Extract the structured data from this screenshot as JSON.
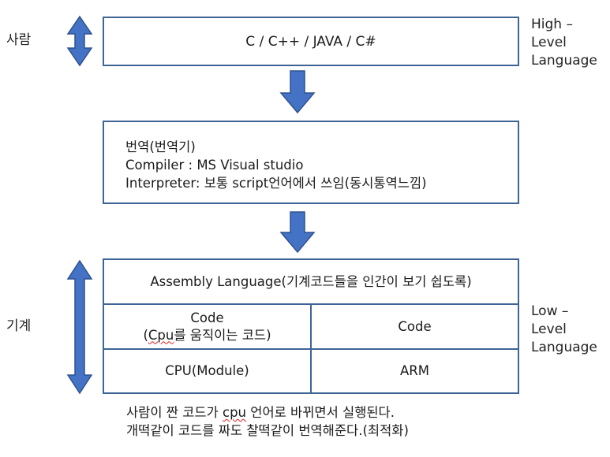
{
  "left_labels": {
    "human": "사람",
    "machine": "기계"
  },
  "right_labels": {
    "high": [
      "High –",
      "Level",
      "Language"
    ],
    "low": [
      "Low –",
      "Level",
      "Language"
    ]
  },
  "top_box": {
    "text": "C / C++ / JAVA / C#"
  },
  "middle_box": {
    "lines": [
      "번역(번역기)",
      "Compiler : MS Visual studio",
      "Interpreter: 보통 script언어에서 쓰임(동시통역느낌)"
    ]
  },
  "bottom_box": {
    "header": "Assembly Language(기계코드들을 인간이 보기 쉽도록)",
    "code_left": {
      "line1": "Code",
      "line2_pre": "(",
      "line2_underlined": "Cpu",
      "line2_post": "를 움직이는 코드)"
    },
    "code_right": "Code",
    "cpu_left": "CPU(Module)",
    "cpu_right": "ARM"
  },
  "caption": {
    "line1_pre": "사람이 짠 코드가 ",
    "line1_underlined": "cpu",
    "line1_post": " 언어로 바뀌면서 실행된다.",
    "line2": "개떡같이 코드를 짜도 찰떡같이 번역해준다.(최적화)"
  },
  "colors": {
    "arrow": "#4472c4",
    "arrow_stroke": "#2f528f",
    "border": "#3e6496"
  }
}
